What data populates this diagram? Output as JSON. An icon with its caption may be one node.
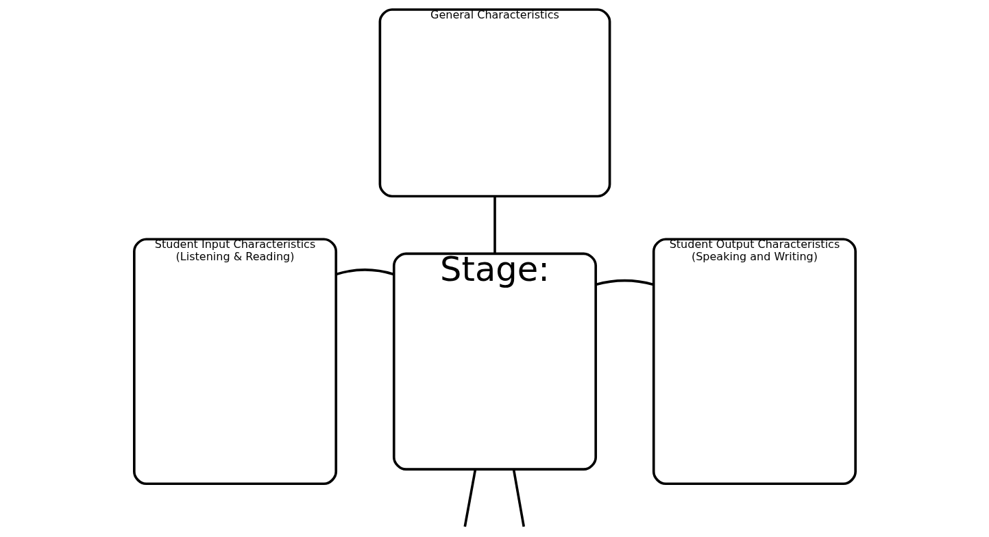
{
  "diagram": {
    "nodes": [
      {
        "text": [
          "General Characteristics"
        ]
      },
      {
        "text": [
          "Student Input Characteristics (Listening & Reading)"
        ]
      },
      {
        "text": [
          "Student Output Characteristics (Speaking and Writing)"
        ]
      },
      {
        "text": [
          "Stage:"
        ]
      }
    ],
    "edges": [
      {
        "from": 0,
        "to": 3,
        "arrow": "none"
      },
      {
        "from": 1,
        "to": 3,
        "arrow": "none"
      },
      {
        "from": 3,
        "to": 2,
        "arrow": "none"
      },
      {
        "from": 3,
        "to": null,
        "arrow": "none"
      },
      {
        "from": 3,
        "to": null,
        "arrow": "none"
      }
    ]
  }
}
